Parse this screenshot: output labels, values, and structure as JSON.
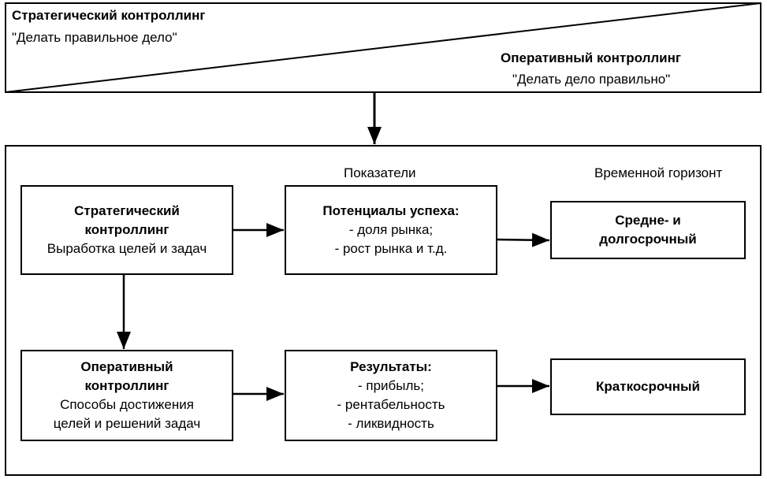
{
  "banner": {
    "strategic_title": "Стратегический  контроллинг",
    "strategic_motto": "\"Делать правильное дело\"",
    "operative_title": "Оперативный  контроллинг",
    "operative_motto": "\"Делать дело правильно\""
  },
  "columns": {
    "indicators": "Показатели",
    "horizon": "Временной  горизонт"
  },
  "strategic_box": {
    "line1": "Стратегический",
    "line2": "контроллинг",
    "line3": "Выработка  целей и задач"
  },
  "success_box": {
    "title": "Потенциалы  успеха:",
    "item1": "- доля рынка;",
    "item2": "- рост рынка  и т.д."
  },
  "long_term_box": {
    "line1": "Средне- и",
    "line2": "долгосрочный"
  },
  "operative_box": {
    "line1": "Оперативный",
    "line2": "контроллинг",
    "line3": "Способы достижения",
    "line4": "целей и решений  задач"
  },
  "results_box": {
    "title": "Результаты:",
    "item1": "- прибыль;",
    "item2": "- рентабельность",
    "item3": "- ликвидность"
  },
  "short_term_box": {
    "line1": "Краткосрочный"
  }
}
